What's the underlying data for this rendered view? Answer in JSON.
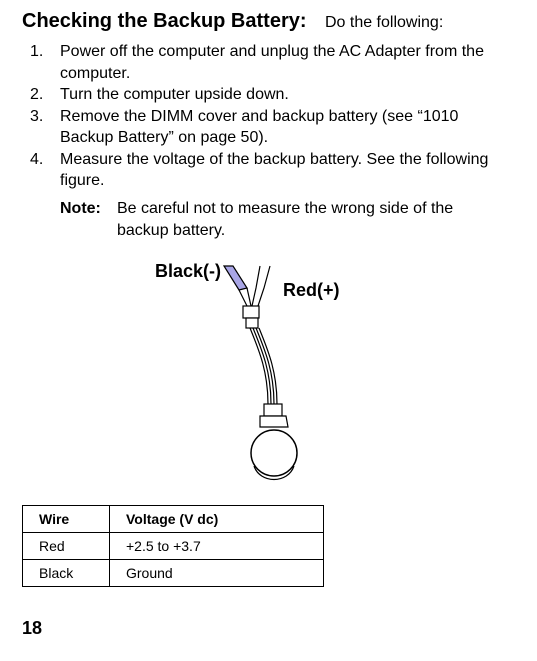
{
  "section": {
    "title": "Checking the Backup Battery:",
    "lead": "Do the following:"
  },
  "steps": [
    {
      "num": "1.",
      "text": "Power off the computer and unplug the AC Adapter from the computer."
    },
    {
      "num": "2.",
      "text": "Turn the computer upside down."
    },
    {
      "num": "3.",
      "text": "Remove the DIMM cover and backup battery (see “1010  Backup Battery” on page  50)."
    },
    {
      "num": "4.",
      "text": "Measure the voltage of the backup battery.  See the following figure."
    }
  ],
  "note": {
    "label": "Note:",
    "text": "Be careful not to measure the wrong side of the backup battery."
  },
  "figure": {
    "label_black": "Black(-)",
    "label_red": "Red(+)",
    "colors": {
      "black_probe_tip": "#a9a6e6",
      "line": "#000000"
    }
  },
  "table": {
    "headers": [
      "Wire",
      "Voltage (V dc)"
    ],
    "rows": [
      [
        "Red",
        "+2.5 to +3.7"
      ],
      [
        "Black",
        "Ground"
      ]
    ]
  },
  "page_number": "18"
}
